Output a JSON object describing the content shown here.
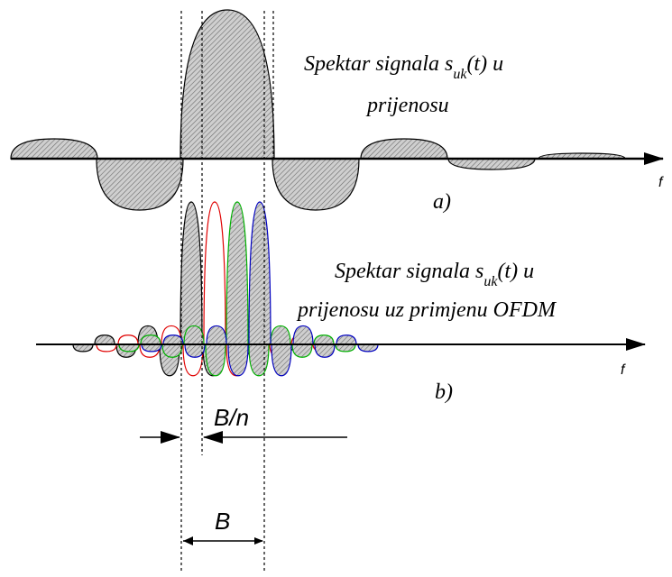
{
  "panel_a": {
    "title_part1": "Spektar signala s",
    "title_sub": "uk",
    "title_part2": "(t) u",
    "title_line2": "prijenosu",
    "axis_label": "f",
    "panel_label": "a)"
  },
  "panel_b": {
    "title_part1": "Spektar signala s",
    "title_sub": "uk",
    "title_part2": "(t) u",
    "title_line2": "prijenosu uz primjenu OFDM",
    "axis_label": "f",
    "panel_label": "b)",
    "subcarrier_colors": [
      "#000000",
      "#e00000",
      "#00b000",
      "#0000c0"
    ]
  },
  "dimensions": {
    "subchannel_width_label": "B/n",
    "total_bandwidth_label": "B"
  },
  "colors": {
    "hatch_fill": "#b8b8b8",
    "line": "#000000"
  }
}
